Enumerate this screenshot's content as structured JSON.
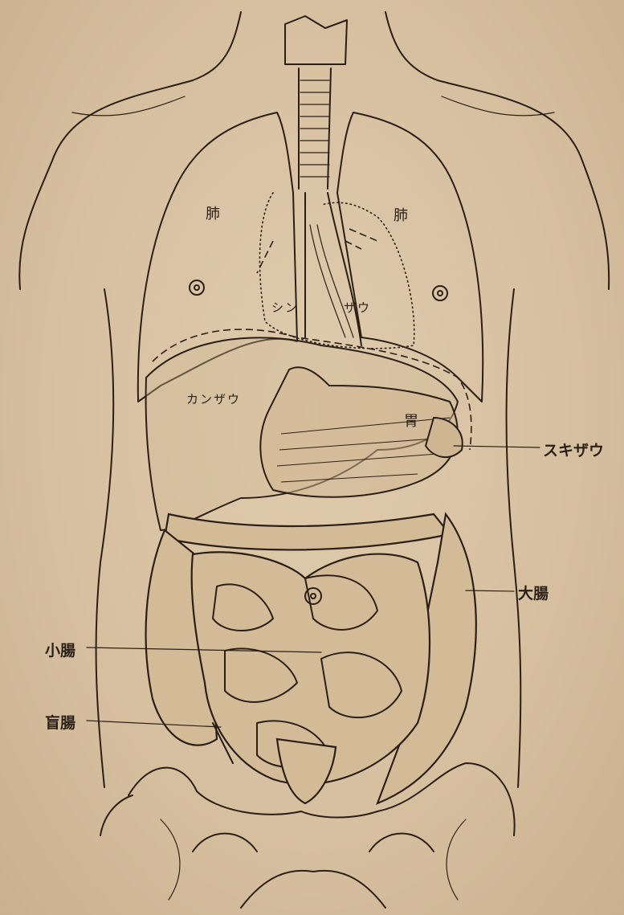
{
  "labels": {
    "lung_left": "肺",
    "lung_right": "肺",
    "heart_left": "シン",
    "heart_right": "ザウ",
    "liver": "カンザウ",
    "stomach": "胃",
    "spleen": "スキザウ",
    "large_intestine": "大腸",
    "small_intestine": "小腸",
    "cecum": "盲腸"
  },
  "colors": {
    "paper": "#d9c4a6",
    "ink": "#2a1f17"
  }
}
